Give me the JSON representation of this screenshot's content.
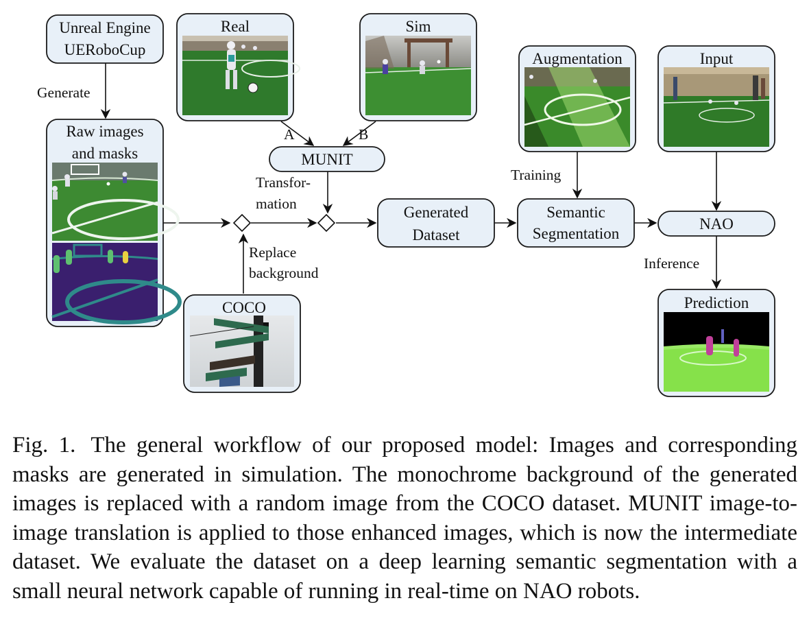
{
  "nodes": {
    "unreal": {
      "line1": "Unreal Engine",
      "line2": "UERoboCup"
    },
    "raw": {
      "line1": "Raw images",
      "line2": "and masks"
    },
    "real": "Real",
    "sim": "Sim",
    "munit": "MUNIT",
    "coco": "COCO",
    "generated": {
      "line1": "Generated",
      "line2": "Dataset"
    },
    "augmentation": "Augmentation",
    "input": "Input",
    "semantic": {
      "line1": "Semantic",
      "line2": "Segmentation"
    },
    "nao": "NAO",
    "prediction": "Prediction"
  },
  "edges": {
    "generate": "Generate",
    "a": "A",
    "b": "B",
    "transformation": {
      "line1": "Transfor-",
      "line2": "mation"
    },
    "replace": {
      "line1": "Replace",
      "line2": "background"
    },
    "training": "Training",
    "inference": "Inference"
  },
  "caption": {
    "label": "Fig. 1.",
    "text": "The general workflow of our proposed model: Images and corresponding masks are generated in simulation. The monochrome background of the generated images is replaced with a random image from the COCO dataset. MUNIT image-to-image translation is applied to those enhanced images, which is now the intermediate dataset. We evaluate the dataset on a deep learning semantic segmentation with a small neural network capable of running in real-time on NAO robots."
  },
  "colors": {
    "node_fill": "#e8f0f8",
    "node_stroke": "#1a1a1a",
    "field_green": "#3d8a32",
    "mask_purple": "#3a1f6e",
    "mask_teal": "#2f8a8a",
    "prediction_green": "#86e14a"
  }
}
